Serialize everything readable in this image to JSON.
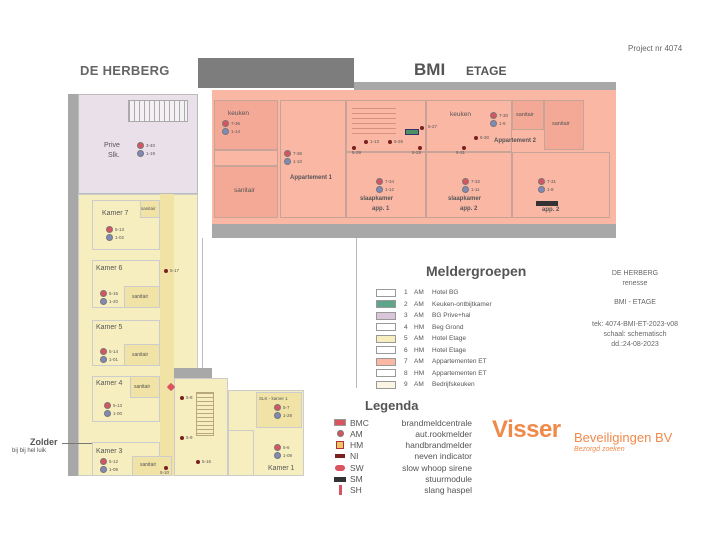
{
  "header": {
    "project": "Project nr 4074",
    "title_left": "DE HERBERG",
    "title_main": "BMI",
    "title_sub": "ETAGE"
  },
  "rooms": {
    "keuken_left": "keuken",
    "appartement_1": "Appartement 1",
    "sanitair": "sanitair",
    "slaapkamer": "slaapkamer",
    "app_1": "app. 1",
    "app_2": "app. 2",
    "keuken_right": "keuken",
    "appartement_2": "Appartement 2",
    "app_2_right": "app. 2",
    "prive": "Prive",
    "slk": "Slk.",
    "kamer_7": "Kamer 7",
    "kamer_6": "Kamer 6",
    "kamer_5": "Kamer 5",
    "kamer_4": "Kamer 4",
    "kamer_3": "Kamer 3",
    "kamer_1": "Kamer 1",
    "slk_kamer_1": "SLK - kamer 1"
  },
  "detectors": {
    "prive": [
      "3-40",
      "1-19"
    ],
    "keuken_left": [
      "7-36",
      "1-14"
    ],
    "app1_hall": [
      "7-36",
      "1-10"
    ],
    "slaapkamer_1": [
      "7-34",
      "1-12"
    ],
    "slaapkamer_2": [
      "7-32",
      "1-11"
    ],
    "app2_main": [
      "7-31",
      "1-8"
    ],
    "keuken_right": [
      "7-30",
      "1-9"
    ],
    "kamer_7": [
      "5-13",
      "1-02"
    ],
    "kamer_6": [
      "5-15",
      "1-20"
    ],
    "kamer_5": [
      "5-14",
      "1-01"
    ],
    "kamer_4": [
      "5-13",
      "1-00"
    ],
    "kamer_3": [
      "5-12",
      "1-09"
    ],
    "kamer_1": [
      "5-7",
      "1-28"
    ],
    "kamer_1b": [
      "5-6",
      "1-08"
    ],
    "k6_side": "5-17",
    "stair_a": "5-8",
    "stair_b": "5-9",
    "k3_side": "5-10",
    "k3_mid": "5-16",
    "c_top_a": "1-13",
    "c_top_b": "5-26",
    "c_top_c": "5-27",
    "c_top_d": "5-28",
    "c_top_e": "5-29",
    "c_top_f": "5-30",
    "c_top_g": "5-31"
  },
  "meldergroepen": {
    "title": "Meldergroepen",
    "items": [
      {
        "num": "1",
        "type": "AM",
        "label": "Hotel BG",
        "color": "#ffffff"
      },
      {
        "num": "2",
        "type": "AM",
        "label": "Keuken-ontbijtkamer",
        "color": "#5fa58a"
      },
      {
        "num": "3",
        "type": "AM",
        "label": "BG Prive+hal",
        "color": "#d9c6d9"
      },
      {
        "num": "4",
        "type": "HM",
        "label": "Beg Grond",
        "color": "#ffffff"
      },
      {
        "num": "5",
        "type": "AM",
        "label": "Hotel Etage",
        "color": "#f7eebf"
      },
      {
        "num": "6",
        "type": "HM",
        "label": "Hotel Etage",
        "color": "#ffffff"
      },
      {
        "num": "7",
        "type": "AM",
        "label": "Appartementen ET",
        "color": "#f9b7a4"
      },
      {
        "num": "8",
        "type": "HM",
        "label": "Appartementen ET",
        "color": "#ffffff"
      },
      {
        "num": "9",
        "type": "AM",
        "label": "Bedrijfskeuken",
        "color": "#fbf6e4"
      }
    ]
  },
  "info": {
    "line1": "DE HERBERG",
    "line2": "renesse",
    "line3": "BMI - ETAGE",
    "line4": "tek: 4074-BMI-ET-2023-v08",
    "line5": "schaal: schematisch",
    "line6": "dd.:24-08-2023"
  },
  "legenda": {
    "title": "Legenda",
    "items": [
      {
        "icon": "bmc-icon",
        "abbr": "BMC",
        "desc": "brandmeldcentrale"
      },
      {
        "icon": "am-icon",
        "abbr": "AM",
        "desc": "aut.rookmelder"
      },
      {
        "icon": "hm-icon",
        "abbr": "HM",
        "desc": "handbrandmelder"
      },
      {
        "icon": "ni-icon",
        "abbr": "NI",
        "desc": "neven indicator"
      },
      {
        "icon": "sw-icon",
        "abbr": "SW",
        "desc": "slow whoop sirene"
      },
      {
        "icon": "sm-icon",
        "abbr": "SM",
        "desc": "stuurmodule"
      },
      {
        "icon": "sh-icon",
        "abbr": "SH",
        "desc": "slang haspel"
      }
    ]
  },
  "logo": {
    "name": "Visser",
    "company": "Beveiligingen BV",
    "tagline": "Bezorgd zoeken",
    "colors": {
      "brand": "#f08a4b"
    }
  },
  "zolder": {
    "label": "Zolder",
    "sub": "bij bij hel luik"
  }
}
